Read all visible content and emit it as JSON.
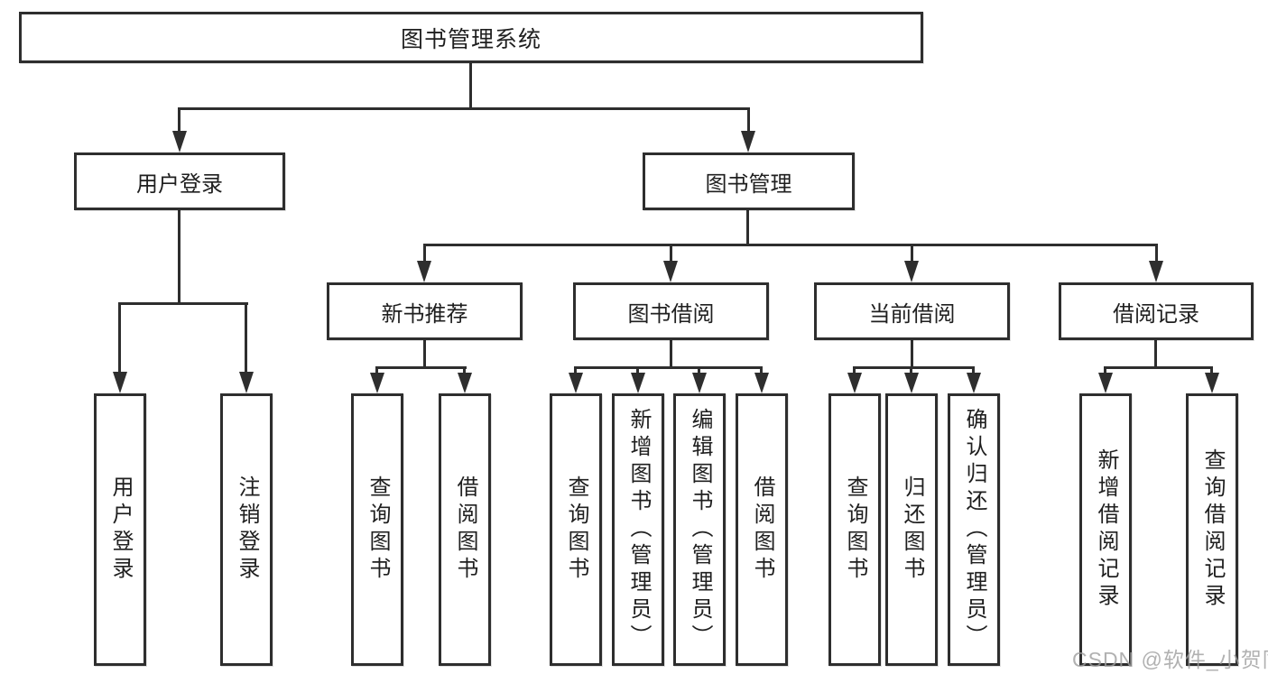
{
  "diagram": {
    "title": "图书管理系统",
    "nodes": {
      "root": {
        "label": "图书管理系统"
      },
      "user_login": {
        "label": "用户登录"
      },
      "book_mgmt": {
        "label": "图书管理"
      },
      "new_book_rec": {
        "label": "新书推荐"
      },
      "book_borrow": {
        "label": "图书借阅"
      },
      "current_borrow": {
        "label": "当前借阅"
      },
      "borrow_records": {
        "label": "借阅记录"
      },
      "leaf_user_login": {
        "label": "用户登录"
      },
      "leaf_logout": {
        "label": "注销登录"
      },
      "leaf_nb_query": {
        "label": "查询图书"
      },
      "leaf_nb_borrow": {
        "label": "借阅图书"
      },
      "leaf_bb_query": {
        "label": "查询图书"
      },
      "leaf_bb_add": {
        "label": "新增图书（管理员）"
      },
      "leaf_bb_edit": {
        "label": "编辑图书（管理员）"
      },
      "leaf_bb_borrow": {
        "label": "借阅图书"
      },
      "leaf_cb_query": {
        "label": "查询图书"
      },
      "leaf_cb_return": {
        "label": "归还图书"
      },
      "leaf_cb_confirm": {
        "label": "确认归还（管理员）"
      },
      "leaf_br_add": {
        "label": "新增借阅记录"
      },
      "leaf_br_query": {
        "label": "查询借阅记录"
      }
    },
    "colors": {
      "line": "#2e2e2e",
      "text": "#1f1f1f",
      "background": "#ffffff",
      "watermark": "#9e9e9e"
    }
  },
  "watermark": {
    "text": "CSDN @软件_小贺同学"
  }
}
